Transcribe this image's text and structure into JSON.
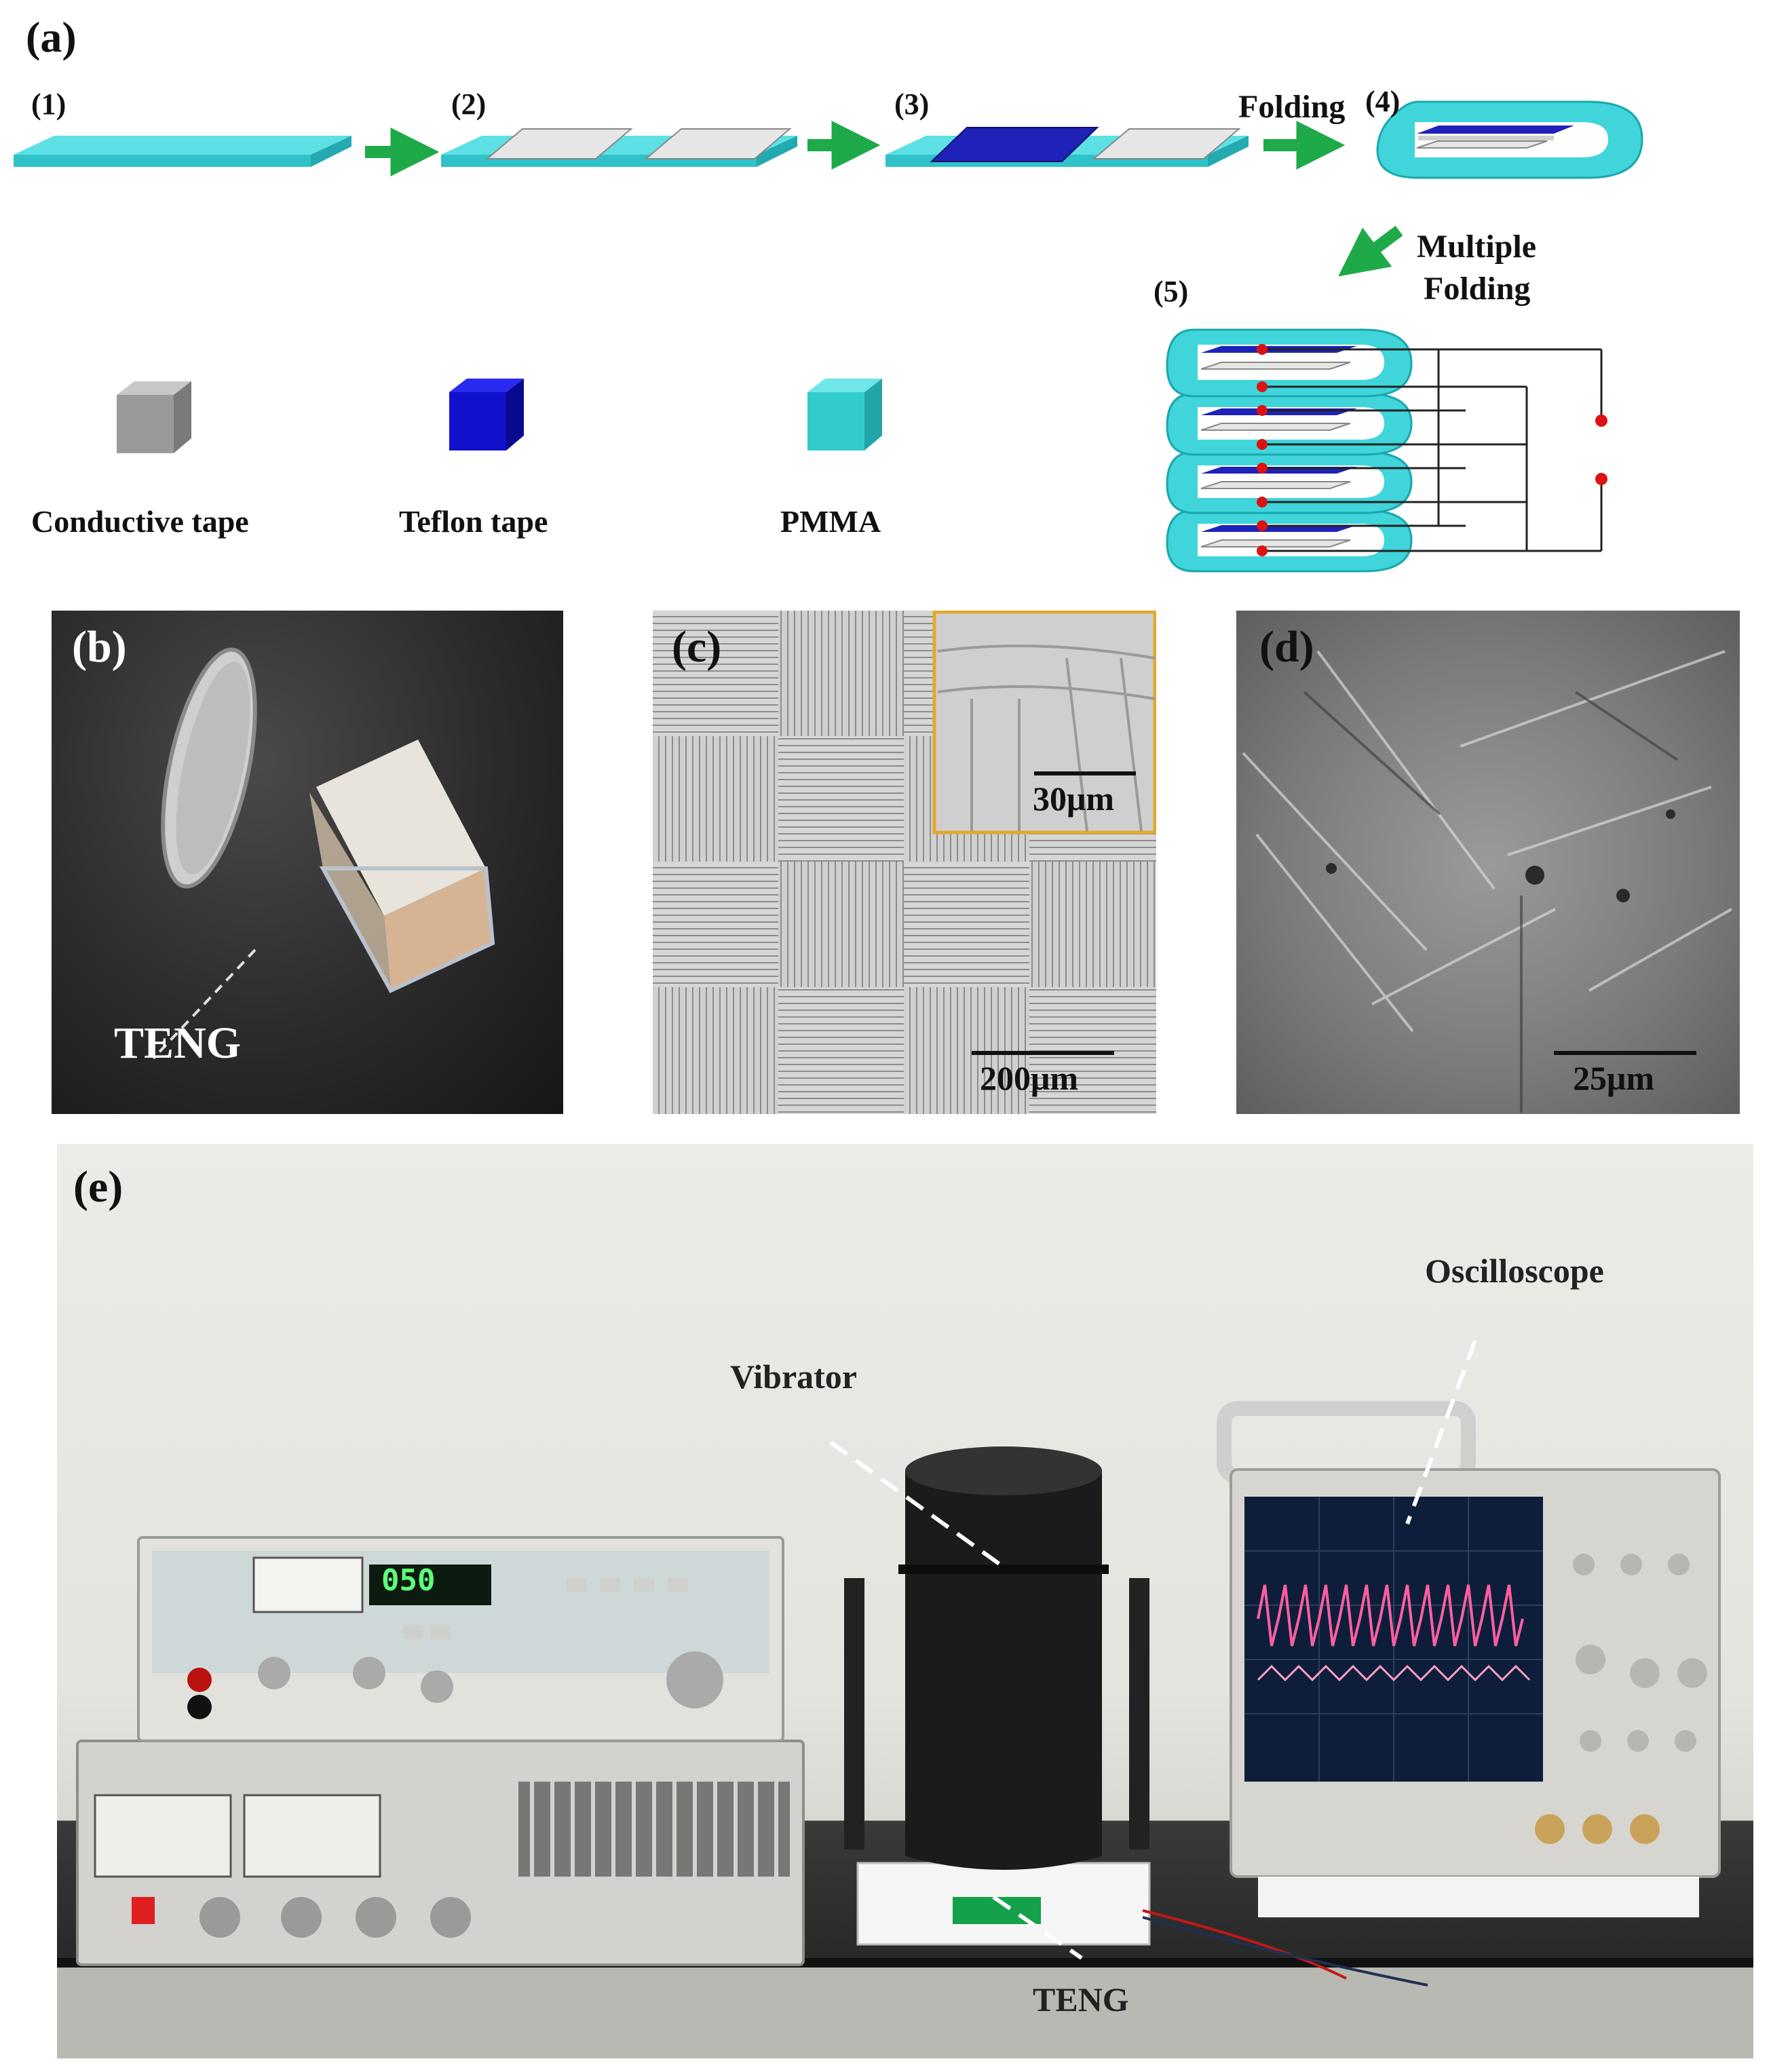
{
  "panel_a": {
    "label": "(a)",
    "steps": [
      "(1)",
      "(2)",
      "(3)",
      "(4)",
      "(5)"
    ],
    "folding_text": "Folding",
    "multiple_folding_line1": "Multiple",
    "multiple_folding_line2": "Folding",
    "legend": [
      {
        "name": "Conductive tape",
        "color": "#9a9a9a"
      },
      {
        "name": "Teflon tape",
        "color": "#1111cc"
      },
      {
        "name": "PMMA",
        "color": "#33cccc"
      }
    ],
    "colors": {
      "pmma": "#36d0d6",
      "teflon": "#1f22b8",
      "conductive": "#e2e2e2",
      "arrow": "#1faa4a",
      "electrode_dot": "#dd1111"
    }
  },
  "panel_b": {
    "label": "(b)",
    "callout": "TENG"
  },
  "panel_c": {
    "label": "(c)",
    "scale_main": "200μm",
    "scale_inset": "30μm"
  },
  "panel_d": {
    "label": "(d)",
    "scale": "25μm"
  },
  "panel_e": {
    "label": "(e)",
    "callouts": {
      "oscilloscope": "Oscilloscope",
      "vibrator": "Vibrator",
      "teng": "TENG"
    },
    "display_value": "050"
  }
}
